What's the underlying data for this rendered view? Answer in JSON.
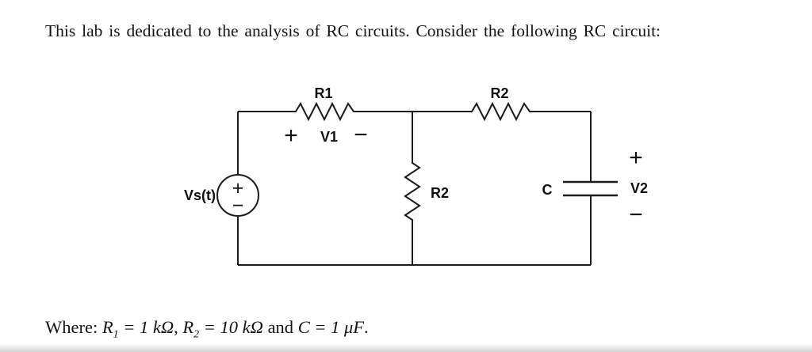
{
  "intro": {
    "text": "This lab is dedicated to the analysis of RC circuits. Consider the following RC circuit:"
  },
  "circuit": {
    "source": {
      "label": "Vs(t)",
      "plus": "+",
      "minus": "−"
    },
    "r1": {
      "label": "R1"
    },
    "v1": {
      "plus": "+",
      "label": "V1",
      "minus": "−"
    },
    "r2_top": {
      "label": "R2"
    },
    "r2_shunt": {
      "label": "R2"
    },
    "cap": {
      "label": "C"
    },
    "v2": {
      "plus": "+",
      "label": "V2",
      "minus": "−"
    }
  },
  "footer": {
    "where": "Where: ",
    "r1_var": "R",
    "r1_sub": "1",
    "r1_rest": " = 1 kΩ, ",
    "r2_var": "R",
    "r2_sub": "2",
    "r2_rest": " = 10 kΩ ",
    "and": "and ",
    "c_expr": "C = 1 μF",
    "period": "."
  },
  "colors": {
    "wire": "#1c1c1c",
    "text": "#141414",
    "background": "#ffffff"
  }
}
